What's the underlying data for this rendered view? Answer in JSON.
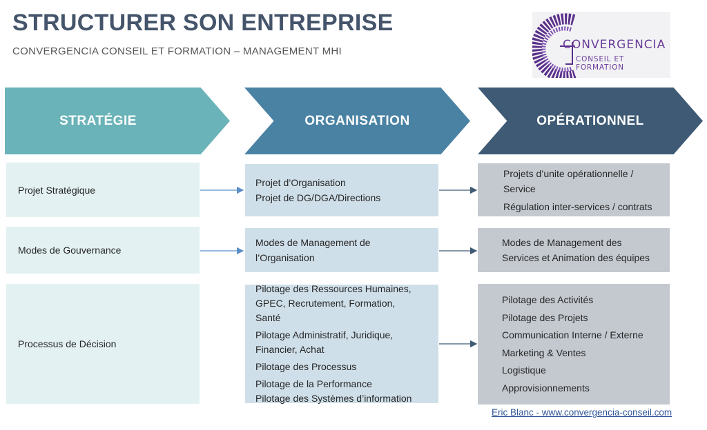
{
  "header": {
    "title": "STRUCTURER SON ENTREPRISE",
    "subtitle": "CONVERGENCIA CONSEIL ET FORMATION – MANAGEMENT MHI"
  },
  "logo": {
    "name": "CONVERGENCIA",
    "tagline": "CONSEIL ET FORMATION",
    "color": "#6a3d9a"
  },
  "columns": [
    {
      "heading": "STRATÉGIE",
      "color": "#6ab3b8"
    },
    {
      "heading": "ORGANISATION",
      "color": "#4a82a4"
    },
    {
      "heading": "OPÉRATIONNEL",
      "color": "#3e5a74"
    }
  ],
  "rows": [
    {
      "strategie": [
        "Projet Stratégique"
      ],
      "organisation": [
        "Projet d’Organisation",
        "Projet de DG/DGA/Directions"
      ],
      "operationnel": [
        "Projets d’unite opérationnelle / Service",
        "Régulation inter-services / contrats"
      ]
    },
    {
      "strategie": [
        "Modes de Gouvernance"
      ],
      "organisation": [
        "Modes de Management de l’Organisation"
      ],
      "operationnel": [
        "Modes de Management des Services et Animation des équipes"
      ]
    },
    {
      "strategie": [
        "Processus de Décision"
      ],
      "organisation": [
        "Pilotage des Ressources Humaines, GPEC, Recrutement, Formation, Santé",
        "Pilotage Administratif, Juridique, Financier, Achat",
        "Pilotage des Processus",
        "Pilotage de la Performance",
        "Pilotage des Systèmes d’information"
      ],
      "operationnel": [
        "Pilotage des Activités",
        "Pilotage des Projets",
        "Communication Interne / Externe",
        "Marketing & Ventes",
        "Logistique",
        "Approvisionnements"
      ]
    }
  ],
  "footer": {
    "link": "Eric Blanc - www.convergencia-conseil.com"
  },
  "colors": {
    "title": "#44546a",
    "arrow_blue": "#5b8fc7",
    "arrow_dark": "#3e5a74",
    "link": "#2f5597"
  }
}
